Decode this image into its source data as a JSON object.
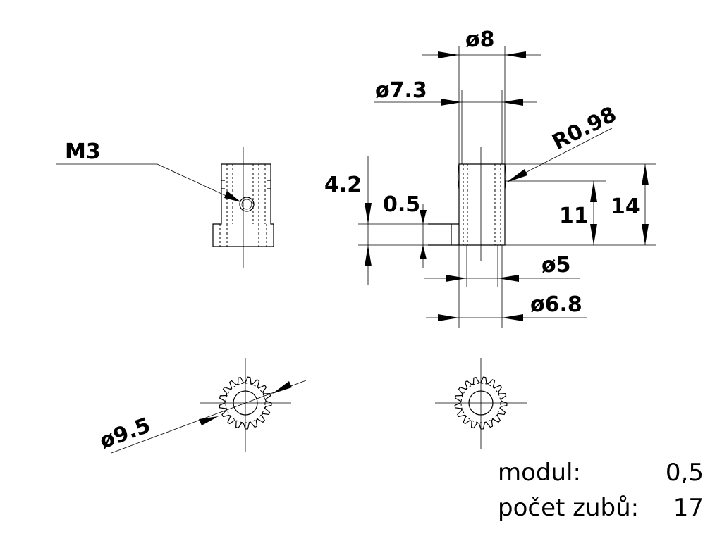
{
  "dimensions": {
    "thread": "M3",
    "dia_8": "ø8",
    "dia_7_3": "ø7.3",
    "radius": "R0.98",
    "height_4_2": "4.2",
    "offset_0_5": "0.5",
    "height_11": "11",
    "height_14": "14",
    "dia_5": "ø5",
    "dia_6_8": "ø6.8",
    "dia_9_5": "ø9.5"
  },
  "specs": {
    "module_label": "modul:",
    "module_value": "0,5",
    "teeth_label": "počet zubů:",
    "teeth_value": "17"
  }
}
